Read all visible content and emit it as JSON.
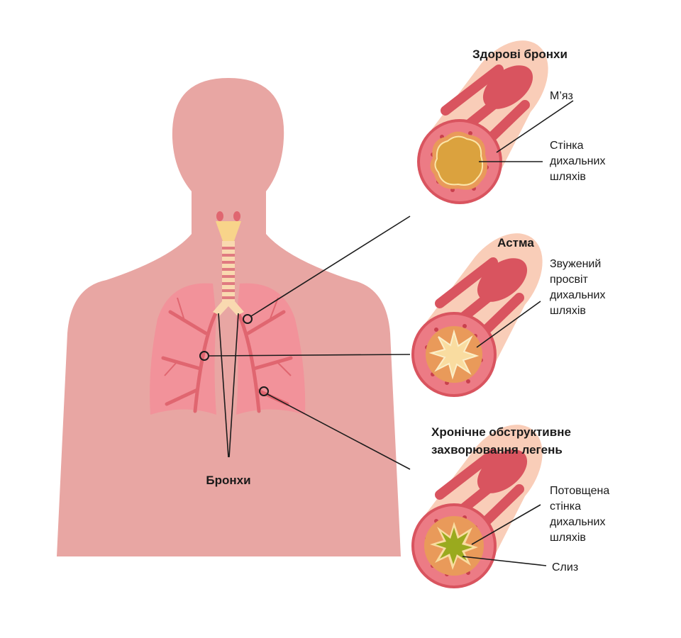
{
  "diagram": {
    "body_label": "Бронхи",
    "healthy": {
      "title": "Здорові бронхи",
      "muscle": "М’яз",
      "wall": [
        "Стінка",
        "дихальних",
        "шляхів"
      ]
    },
    "asthma": {
      "title": "Астма",
      "narrowed": [
        "Звужений",
        "просвіт",
        "дихальних",
        "шляхів"
      ]
    },
    "copd": {
      "title": [
        "Хронічне обструктивне",
        "захворювання легень"
      ],
      "thickened": [
        "Потовщена",
        "стінка",
        "дихальних",
        "шляхів"
      ],
      "mucus": "Слиз"
    }
  },
  "colors": {
    "body": "#e8a6a3",
    "lung": "#f08c94",
    "muscle": "#d9545f",
    "tube": "#f9cdb8",
    "lumen_healthy": "#dba23e",
    "mucus": "#9aaa1e"
  }
}
